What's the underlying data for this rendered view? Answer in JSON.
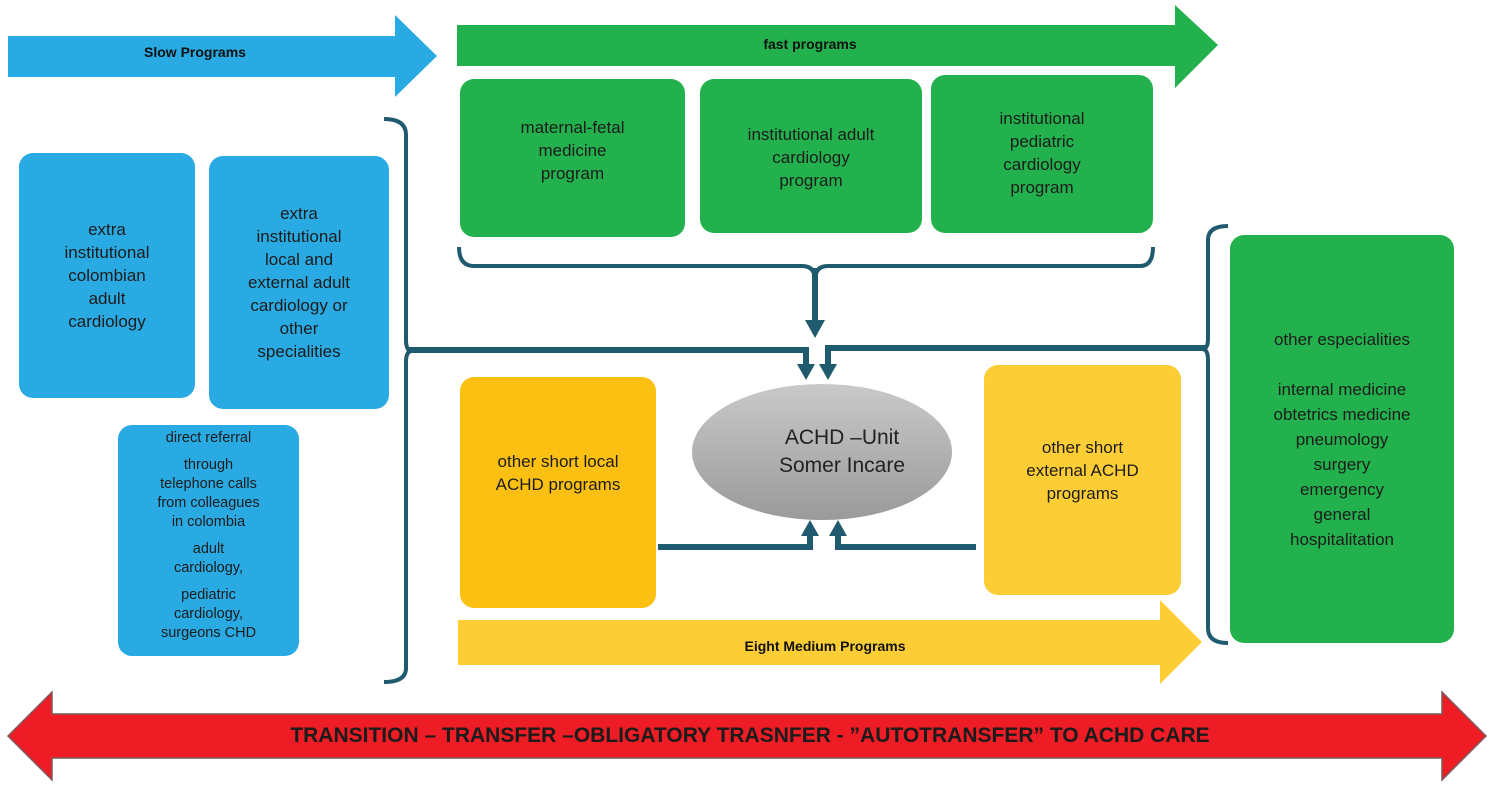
{
  "arrows": {
    "slow": "Slow Programs",
    "fast": "fast programs",
    "medium": "Eight Medium  Programs",
    "transition": "TRANSITION – TRANSFER –OBLIGATORY TRASNFER - ”AUTOTRANSFER” TO ACHD CARE"
  },
  "blue_boxes": {
    "colombian": [
      "extra",
      "institutional",
      "colombian",
      "adult",
      "cardiology"
    ],
    "local_external": [
      "extra",
      "institutional",
      "local  and",
      "external adult",
      "cardiology or",
      "other",
      "specialities"
    ],
    "referral": [
      "direct referral",
      "through",
      "telephone calls",
      "from colleagues",
      "in colombia",
      "adult",
      "cardiology,",
      "pediatric",
      "cardiology,",
      "surgeons CHD"
    ]
  },
  "green_boxes": {
    "maternal": [
      "maternal-fetal",
      "medicine",
      "program"
    ],
    "adult": [
      "institutional adult",
      "cardiology",
      "program"
    ],
    "pediatric": [
      "institutional",
      "pediatric",
      "cardiology",
      "program"
    ],
    "other": [
      "other especialities",
      "",
      "internal medicine",
      "obtetrics medicine",
      "pneumology",
      "surgery",
      "emergency",
      "general",
      "hospitalitation"
    ]
  },
  "yellow_boxes": {
    "local": [
      "other short local",
      "ACHD programs"
    ],
    "external": [
      "other short",
      "external ACHD",
      "programs"
    ]
  },
  "center": {
    "line1": "ACHD –Unit",
    "line2": "Somer Incare"
  },
  "colors": {
    "blue": "#2aaae2",
    "green": "#22b14c",
    "orange": "#fbc012",
    "yellow": "#fdcd36",
    "red": "#ee1c25",
    "connector": "#1f5a6e"
  }
}
